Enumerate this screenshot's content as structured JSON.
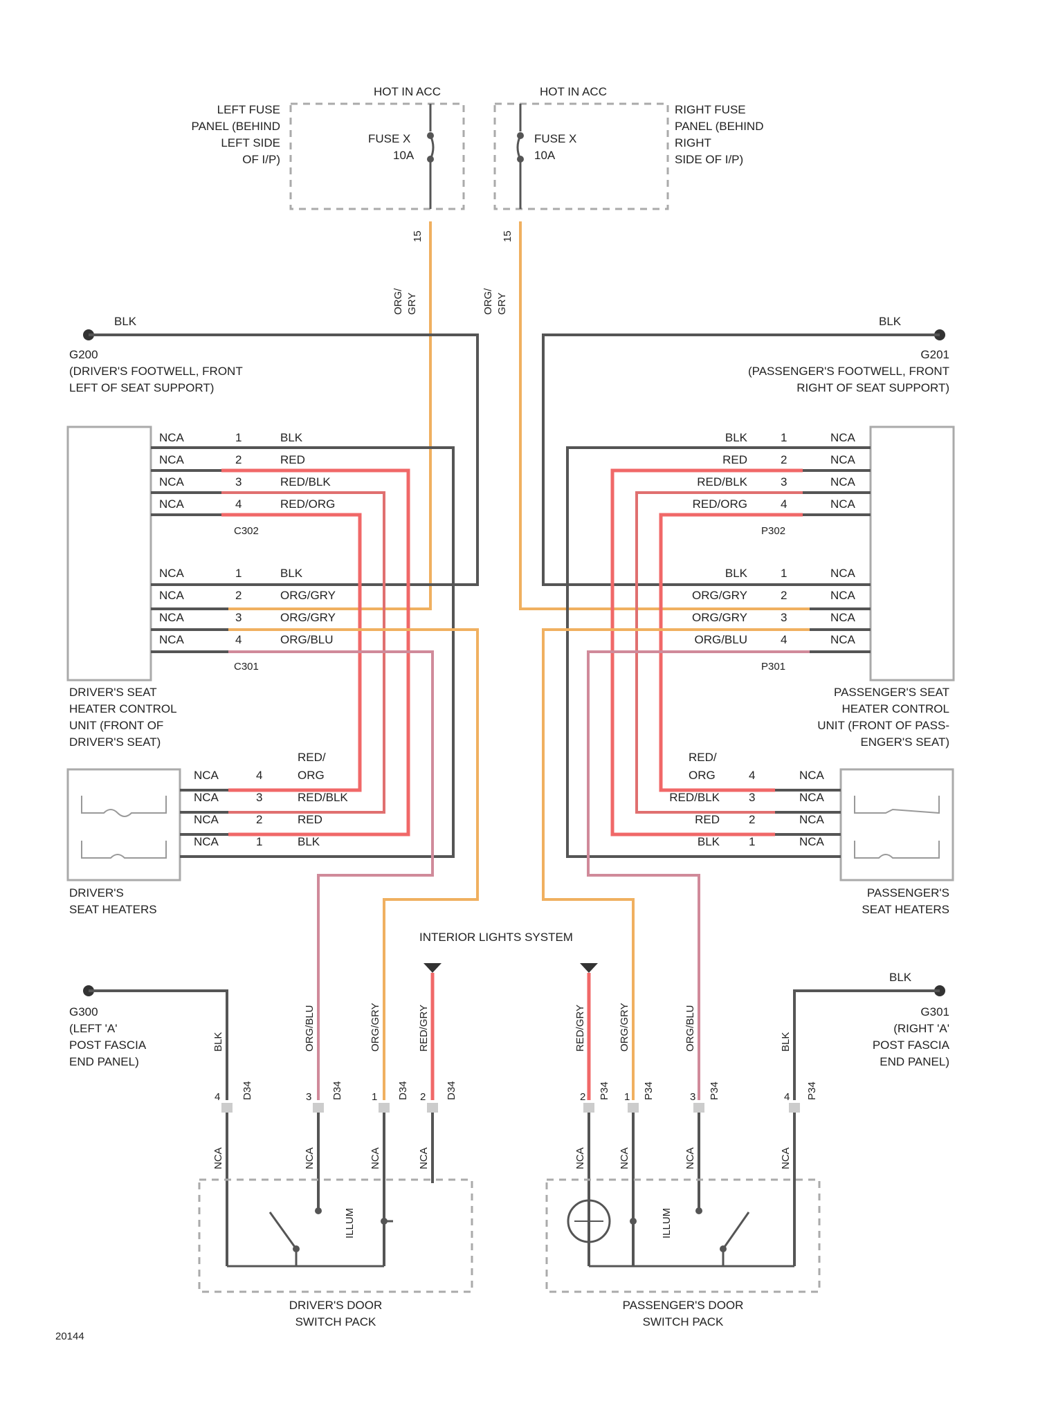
{
  "top": {
    "left_hot": "HOT IN ACC",
    "right_hot": "HOT IN ACC",
    "left_panel": [
      "LEFT FUSE",
      "PANEL (BEHIND",
      "LEFT SIDE",
      "OF I/P)"
    ],
    "right_panel": [
      "RIGHT FUSE",
      "PANEL (BEHIND",
      "RIGHT",
      "SIDE OF I/P)"
    ],
    "left_fuse": [
      "FUSE X",
      "10A"
    ],
    "right_fuse": [
      "FUSE X",
      "10A"
    ],
    "left_wire": [
      "ORG/",
      "GRY"
    ],
    "right_wire": [
      "ORG/",
      "GRY"
    ],
    "left_conn": "15",
    "right_conn": "15"
  },
  "grounds": {
    "g200_label": "G200",
    "g200_desc": [
      "(DRIVER'S FOOTWELL, FRONT",
      "LEFT OF SEAT SUPPORT)"
    ],
    "g201_label": "G201",
    "g201_desc": [
      "(PASSENGER'S FOOTWELL, FRONT",
      "RIGHT OF SEAT SUPPORT)"
    ],
    "g300_label": "G300",
    "g300_desc": [
      "(LEFT 'A'",
      "POST FASCIA",
      "END PANEL)"
    ],
    "g301_label": "G301",
    "g301_desc": [
      "(RIGHT 'A'",
      "POST FASCIA",
      "END PANEL)"
    ],
    "blk": "BLK"
  },
  "driver_control": {
    "nca": "NCA",
    "c1": {
      "pins": [
        "1",
        "2",
        "3",
        "4"
      ],
      "wires": [
        "BLK",
        "RED",
        "RED/BLK",
        "RED/ORG"
      ],
      "name": "C302"
    },
    "c2": {
      "pins": [
        "1",
        "2",
        "3",
        "4"
      ],
      "wires": [
        "BLK",
        "ORG/GRY",
        "ORG/GRY",
        "ORG/BLU"
      ],
      "name": "C301"
    },
    "label": [
      "DRIVER'S SEAT",
      "HEATER CONTROL",
      "UNIT (FRONT OF",
      "DRIVER'S SEAT)"
    ]
  },
  "passenger_control": {
    "nca": "NCA",
    "c1": {
      "pins": [
        "1",
        "2",
        "3",
        "4"
      ],
      "wires": [
        "BLK",
        "RED",
        "RED/BLK",
        "RED/ORG"
      ],
      "name": "P302"
    },
    "c2": {
      "pins": [
        "1",
        "2",
        "3",
        "4"
      ],
      "wires": [
        "BLK",
        "ORG/GRY",
        "ORG/GRY",
        "ORG/BLU"
      ],
      "name": "P301"
    },
    "label": [
      "PASSENGER'S SEAT",
      "HEATER CONTROL",
      "UNIT (FRONT OF PASS-",
      "ENGER'S SEAT)"
    ]
  },
  "driver_heaters": {
    "nca": "NCA",
    "pins": [
      "4",
      "3",
      "2",
      "1"
    ],
    "wires": [
      "RED/ORG",
      "RED/BLK",
      "RED",
      "BLK"
    ],
    "label": [
      "DRIVER'S",
      "SEAT HEATERS"
    ]
  },
  "passenger_heaters": {
    "nca": "NCA",
    "pins": [
      "4",
      "3",
      "2",
      "1"
    ],
    "wires": [
      "RED/ORG",
      "RED/BLK",
      "RED",
      "BLK"
    ],
    "label": [
      "PASSENGER'S",
      "SEAT HEATERS"
    ]
  },
  "interior": "INTERIOR LIGHTS SYSTEM",
  "driver_door": {
    "wires": [
      "BLK",
      "ORG/BLU",
      "ORG/GRY",
      "RED/GRY"
    ],
    "pins": [
      "4",
      "3",
      "1",
      "2"
    ],
    "conn": "D34",
    "nca": "NCA",
    "label": [
      "DRIVER'S DOOR",
      "SWITCH PACK"
    ],
    "illum": "ILLUM"
  },
  "passenger_door": {
    "wires": [
      "RED/GRY",
      "ORG/GRY",
      "ORG/BLU",
      "BLK"
    ],
    "pins": [
      "2",
      "1",
      "3",
      "4"
    ],
    "conn": "P34",
    "nca": "NCA",
    "label": [
      "PASSENGER'S DOOR",
      "SWITCH PACK"
    ],
    "illum": "ILLUM"
  },
  "figure_id": "20144"
}
